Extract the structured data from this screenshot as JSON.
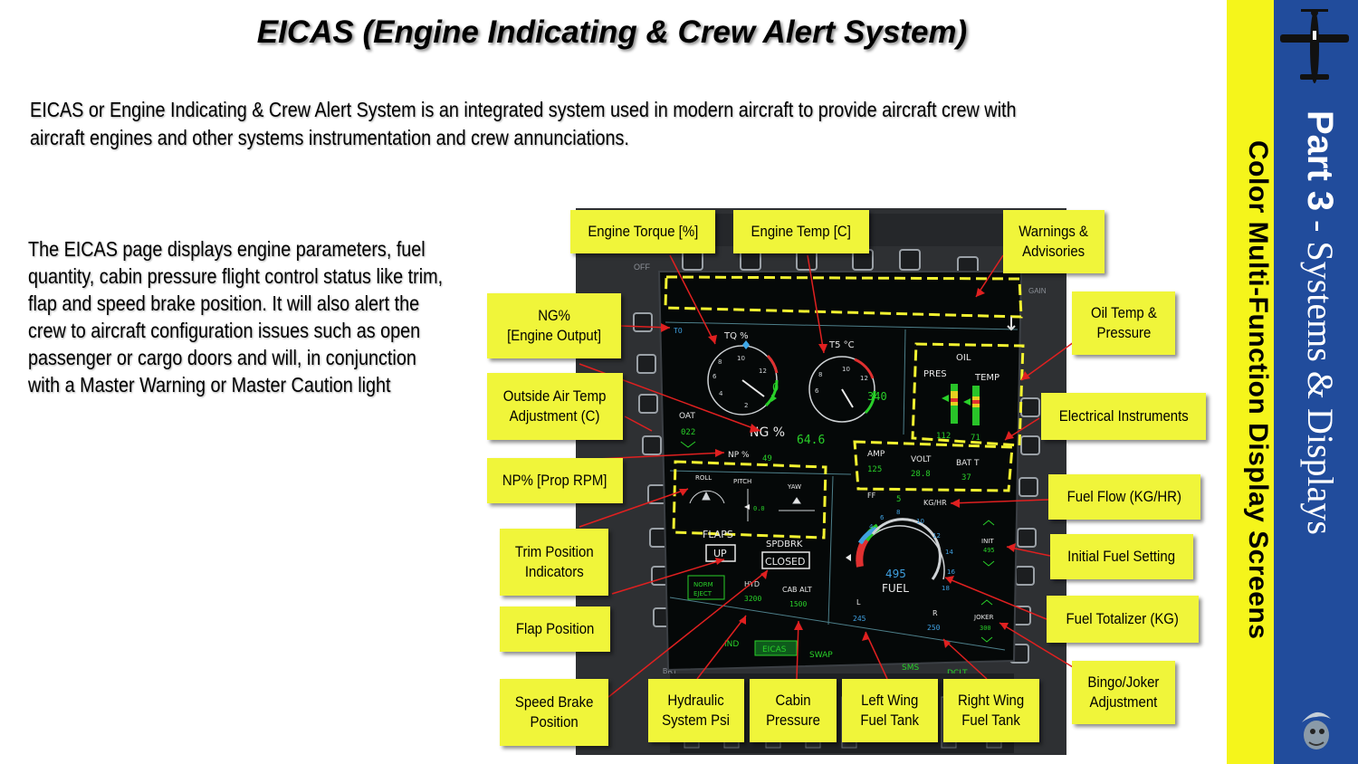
{
  "title": "EICAS (Engine Indicating & Crew Alert System)",
  "intro": "EICAS or Engine Indicating & Crew Alert System is an integrated system used in modern aircraft to provide aircraft crew with aircraft engines and other systems instrumentation and crew annunciations.",
  "description": "The EICAS page displays engine parameters, fuel quantity, cabin pressure flight control status like trim, flap and speed brake position. It will also alert the crew to aircraft configuration issues such as open passenger or cargo doors and will, in conjunction with a Master Warning or Master Caution light",
  "sidebar": {
    "part_bold": "Part 3",
    "part_rest": " - Systems & Displays",
    "subtitle": "Color Multi-Function Display Screens",
    "accent_yellow": "#f5f51b",
    "accent_blue": "#214c9c"
  },
  "callouts": {
    "engine_torque": "Engine Torque [%]",
    "engine_temp": "Engine Temp [C]",
    "warnings": "Warnings &\nAdvisories",
    "ng": "NG%\n[Engine Output]",
    "oil": "Oil Temp &\nPressure",
    "oat": "Outside Air Temp\nAdjustment (C)",
    "electrical": "Electrical Instruments",
    "np": "NP% [Prop RPM]",
    "fuel_flow": "Fuel Flow (KG/HR)",
    "trim": "Trim Position\nIndicators",
    "init_fuel": "Initial Fuel Setting",
    "flap": "Flap Position",
    "fuel_totalizer": "Fuel Totalizer (KG)",
    "speed_brake": "Speed Brake\nPosition",
    "hydraulic": "Hydraulic\nSystem Psi",
    "cabin": "Cabin\nPressure",
    "left_wing": "Left Wing\nFuel Tank",
    "right_wing": "Right Wing\nFuel Tank",
    "bingo": "Bingo/Joker\nAdjustment"
  },
  "mfd": {
    "bezel_off": "OFF",
    "bezel_gain": "GAIN",
    "bezel_brt": "BRT",
    "to": "TO",
    "tq_label": "TQ %",
    "tq_value": "0",
    "t5_label": "T5 °C",
    "t5_value": "340",
    "oil_label": "OIL",
    "pres_label": "PRES",
    "temp_label": "TEMP",
    "oil_pres": "112",
    "oil_temp": "71",
    "oat_label": "OAT",
    "oat_value": "022",
    "ng_label": "NG %",
    "ng_value": "64.6",
    "np_label": "NP %",
    "np_value": "49",
    "amp_label": "AMP",
    "volt_label": "VOLT",
    "batt_label": "BAT T",
    "amp_value": "125",
    "volt_value": "28.8",
    "batt_value": "37",
    "roll_label": "ROLL",
    "pitch_label": "PITCH",
    "yaw_label": "YAW",
    "pitch_value": "0.0",
    "ff_label": "FF",
    "ff_value": "5",
    "ff_unit": "KG/HR",
    "flaps_label": "FLAPS",
    "flaps_value": "UP",
    "spdbrk_label": "SPDBRK",
    "spdbrk_value": "CLOSED",
    "init_label": "INIT",
    "init_value": "495",
    "fuel_value": "495",
    "fuel_label": "FUEL",
    "norm_eject": "NORM\nEJECT",
    "hyd_label": "HYD",
    "hyd_value": "3200",
    "cab_alt_label": "CAB ALT",
    "cab_alt_value": "1500",
    "l_label": "L",
    "l_value": "245",
    "r_label": "R",
    "r_value": "250",
    "joker_label": "JOKER",
    "joker_value": "300",
    "ind_tab": "IND",
    "eicas_tab": "EICAS",
    "swap_tab": "SWAP",
    "sms_tab": "SMS",
    "dclt_tab": "DCLT",
    "fuel_ticks": [
      "2",
      "4",
      "6",
      "8",
      "10",
      "12",
      "14",
      "16",
      "18"
    ],
    "tq_ticks": [
      "8",
      "10",
      "12",
      "6",
      "4",
      "2"
    ],
    "t5_ticks": [
      "8",
      "10",
      "12",
      "6"
    ]
  }
}
